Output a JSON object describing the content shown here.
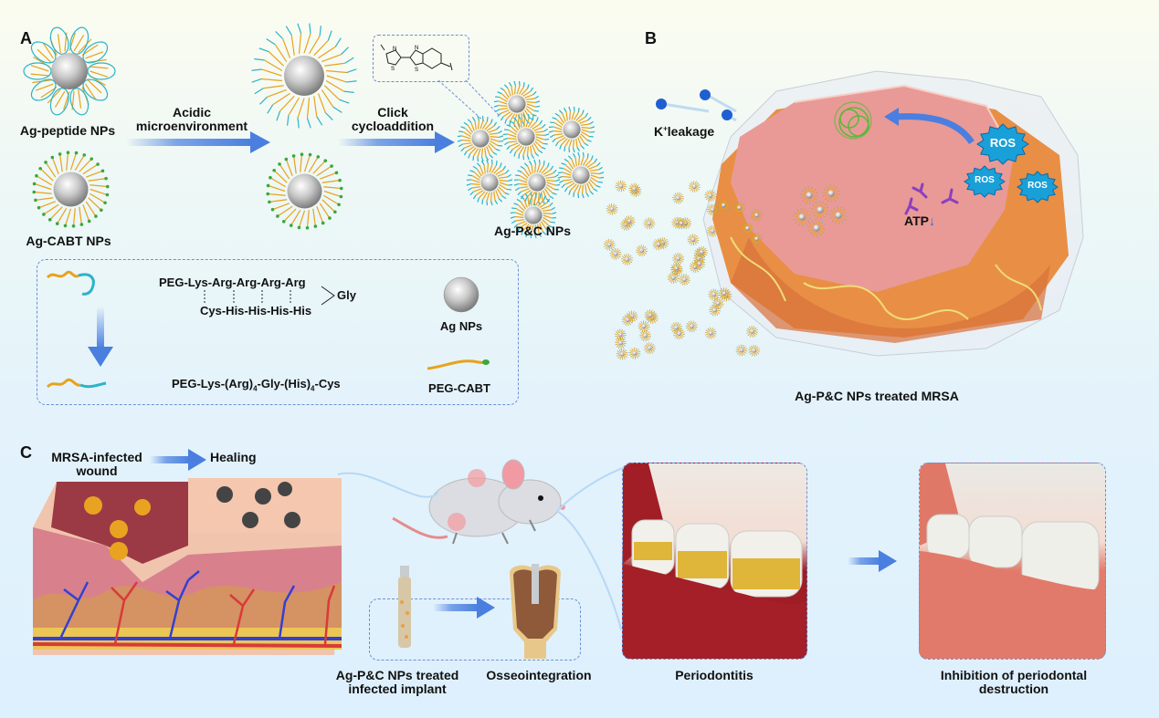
{
  "panels": {
    "a": {
      "letter": "A",
      "ag_peptide": "Ag-peptide NPs",
      "ag_cabt": "Ag-CABT NPs",
      "step1_line1": "Acidic",
      "step1_line2": "microenvironment",
      "step2_line1": "Click",
      "step2_line2": "cycloaddition",
      "product": "Ag-P&C NPs",
      "legend": {
        "peptide_top": "PEG-Lys-Arg-Arg-Arg-Arg",
        "peptide_bottom": "Cys-His-His-His-His",
        "gly": "Gly",
        "peptide_formula_parts": [
          "PEG-Lys-(Arg)",
          "4",
          "-Gly-(His)",
          "4",
          "-Cys"
        ],
        "ag_nps": "Ag NPs",
        "peg_cabt": "PEG-CABT"
      }
    },
    "b": {
      "letter": "B",
      "k_leakage_sup": "+",
      "k_leakage_k": "K",
      "k_leakage_rest": "leakage",
      "ros": [
        "ROS",
        "ROS",
        "ROS"
      ],
      "atp": "ATP",
      "atp_arrow": "↓",
      "caption": "Ag-P&C NPs treated MRSA"
    },
    "c": {
      "letter": "C",
      "wound_line1": "MRSA-infected",
      "wound_line2": "wound",
      "healing": "Healing",
      "implant_line1": "Ag-P&C NPs treated",
      "implant_line2": "infected implant",
      "osseo": "Osseointegration",
      "perio": "Periodontitis",
      "inhib_line1": "Inhibition of periodontal",
      "inhib_line2": "destruction"
    }
  },
  "colors": {
    "arrow": "#4a7fe0",
    "peg_orange": "#e8a21c",
    "peptide_cyan": "#2bb3c9",
    "cabt_green": "#3aa83a",
    "ros_blue": "#1aa0d8",
    "dash_blue": "#6b8fd6"
  }
}
